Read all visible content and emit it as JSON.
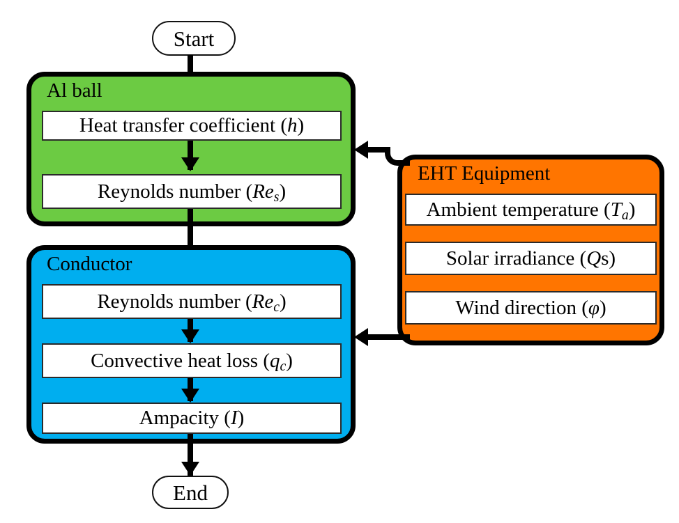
{
  "diagram": {
    "title_present": false,
    "colors": {
      "green_group": "#6CCB43",
      "blue_group": "#00AEEF",
      "orange_group": "#FF7500",
      "box_fill": "#FFFFFF",
      "stroke": "#000000"
    },
    "start_node": {
      "label": "Start"
    },
    "end_node": {
      "label": "End"
    },
    "groups": [
      {
        "id": "al-ball",
        "title": "Al ball",
        "color": "#6CCB43",
        "steps": [
          {
            "id": "heat-transfer-coefficient",
            "text": "Heat transfer coefficient (",
            "symbol": "h",
            "sub": "",
            "close": ")"
          },
          {
            "id": "reynolds-number-sphere",
            "text": "Reynolds number (",
            "symbol": "Re",
            "sub": "s",
            "close": ")"
          }
        ]
      },
      {
        "id": "conductor",
        "title": "Conductor",
        "color": "#00AEEF",
        "steps": [
          {
            "id": "reynolds-number-conductor",
            "text": "Reynolds number (",
            "symbol": "Re",
            "sub": "c",
            "close": ")"
          },
          {
            "id": "convective-heat-loss",
            "text": "Convective heat loss (",
            "symbol": "q",
            "sub": "c",
            "close": ")"
          },
          {
            "id": "ampacity",
            "text": "Ampacity (",
            "symbol": "I",
            "sub": "",
            "close": ")"
          }
        ]
      },
      {
        "id": "eht-equipment",
        "title": "EHT Equipment",
        "color": "#FF7500",
        "steps": [
          {
            "id": "ambient-temperature",
            "text": "Ambient temperature (",
            "symbol": "T",
            "sub": "a",
            "close": ")"
          },
          {
            "id": "solar-irradiance",
            "text": "Solar irradiance (",
            "symbol": "Q",
            "sub": "",
            "close": "s)"
          },
          {
            "id": "wind-direction",
            "text": "Wind direction (",
            "symbol": "φ",
            "sub": "",
            "close": ")"
          }
        ]
      }
    ],
    "connections": [
      {
        "id": "start-to-al-ball",
        "from": "Start",
        "to": "Heat transfer coefficient (h)",
        "direction": "down"
      },
      {
        "id": "h-to-res",
        "from": "Heat transfer coefficient (h)",
        "to": "Reynolds number (Res)",
        "direction": "down"
      },
      {
        "id": "al-ball-to-conductor",
        "from": "Reynolds number (Res)",
        "to": "Reynolds number (Rec)",
        "direction": "down"
      },
      {
        "id": "rec-to-qc",
        "from": "Reynolds number (Rec)",
        "to": "Convective heat loss (qc)",
        "direction": "down"
      },
      {
        "id": "qc-to-ampacity",
        "from": "Convective heat loss (qc)",
        "to": "Ampacity (I)",
        "direction": "down"
      },
      {
        "id": "conductor-to-end",
        "from": "Ampacity (I)",
        "to": "End",
        "direction": "down"
      },
      {
        "id": "eht-to-al-ball",
        "from": "EHT Equipment",
        "to": "Al ball",
        "direction": "left"
      },
      {
        "id": "eht-to-conductor",
        "from": "EHT Equipment",
        "to": "Conductor",
        "direction": "left"
      }
    ]
  }
}
